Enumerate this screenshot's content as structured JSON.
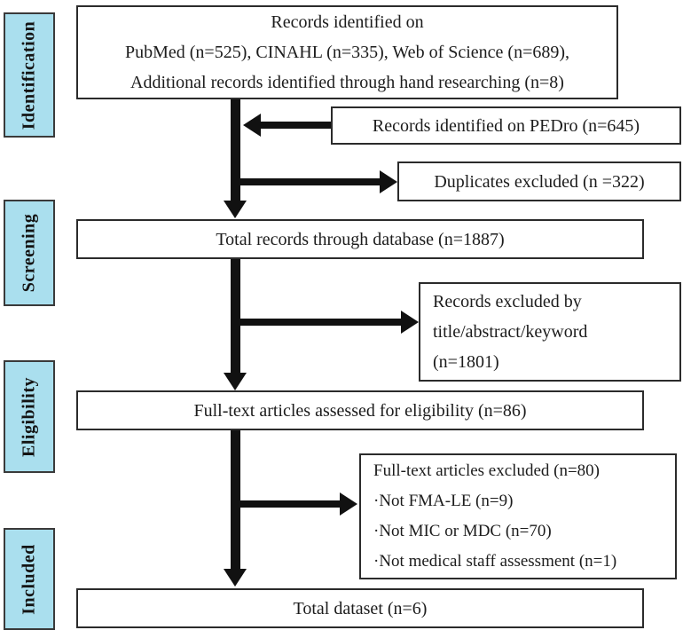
{
  "sidebar": {
    "stages": [
      {
        "label": "Identification"
      },
      {
        "label": "Screening"
      },
      {
        "label": "Eligibility"
      },
      {
        "label": "Included"
      }
    ]
  },
  "flow": {
    "identified": {
      "lines": [
        "Records identified on",
        "PubMed (n=525), CINAHL (n=335), Web of Science (n=689),",
        "Additional records identified through hand researching (n=8)"
      ]
    },
    "pedro": {
      "text": "Records identified on PEDro (n=645)"
    },
    "duplicates": {
      "text": "Duplicates excluded (n =322)"
    },
    "total_records": {
      "text": "Total records through database (n=1887)"
    },
    "records_excluded": {
      "lines": [
        "Records excluded by",
        "title/abstract/keyword",
        "(n=1801)"
      ]
    },
    "fulltext_assessed": {
      "text": "Full-text articles assessed for eligibility (n=86)"
    },
    "fulltext_excluded": {
      "lines": [
        "Full-text articles excluded (n=80)",
        "·Not FMA-LE (n=9)",
        "·Not MIC or MDC (n=70)",
        "·Not medical staff assessment (n=1)"
      ]
    },
    "total_dataset": {
      "text": "Total dataset (n=6)"
    }
  },
  "colors": {
    "background": "#ffffff",
    "stage_fill": "#aadfee",
    "stage_border": "#3a3a3a",
    "box_border": "#2b2b2b",
    "arrow": "#111111",
    "text": "#1c1c1c"
  }
}
